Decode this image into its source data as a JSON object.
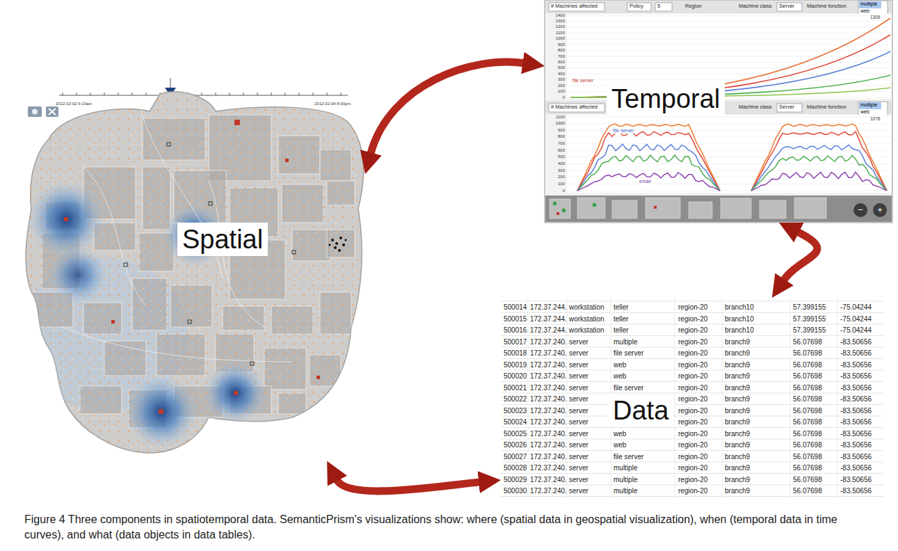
{
  "diagram": {
    "caption": "Figure 4 Three components in spatiotemporal data. SemanticPrism's visualizations show: where (spatial data in geospatial visualization), when (temporal data in time curves), and what (data objects in data tables).",
    "nodes": [
      {
        "text": [
          "Spatial"
        ]
      },
      {
        "text": [
          "Temporal"
        ]
      },
      {
        "text": [
          "Data"
        ]
      }
    ],
    "edges": [
      {
        "from": 0,
        "to": 1,
        "arrow": "both"
      },
      {
        "from": 1,
        "to": 2,
        "arrow": "both"
      },
      {
        "from": 2,
        "to": 0,
        "arrow": "both"
      }
    ],
    "labels": [
      "2012-02-02 6:10am",
      "2012-02-04 8:00pm",
      "# Machines affected",
      "Policy",
      "5",
      "Region",
      "Machine class",
      "Server",
      "Machine function",
      "multiple",
      "web",
      "1400",
      "1300",
      "1200",
      "1100",
      "1000",
      "900",
      "800",
      "700",
      "600",
      "500",
      "400",
      "300",
      "200",
      "100",
      "0",
      "1309",
      "file server",
      "# Machines affected",
      "Machine class",
      "Server",
      "Machine function",
      "multiple",
      "web",
      "1100",
      "1000",
      "900",
      "800",
      "700",
      "600",
      "500",
      "400",
      "300",
      "200",
      "100",
      "0",
      "1076",
      "file server",
      "email",
      "−",
      "+",
      "500014",
      "172.37.244.",
      "workstation",
      "teller",
      "region-20",
      "branch10",
      "57.399155",
      "-75.04244",
      "500015",
      "172.37.244.",
      "workstation",
      "teller",
      "region-20",
      "branch10",
      "57.399155",
      "-75.04244",
      "500016",
      "172.37.244.",
      "workstation",
      "teller",
      "region-20",
      "branch10",
      "57.399155",
      "-75.04244",
      "500017",
      "172.37.240.",
      "server",
      "multiple",
      "region-20",
      "branch9",
      "56.07698",
      "-83.50656",
      "500018",
      "172.37.240.",
      "server",
      "file server",
      "region-20",
      "branch9",
      "56.07698",
      "-83.50656",
      "500019",
      "172.37.240.",
      "server",
      "web",
      "region-20",
      "branch9",
      "56.07698",
      "-83.50656",
      "500020",
      "172.37.240.",
      "server",
      "web",
      "region-20",
      "branch9",
      "56.07698",
      "-83.50656",
      "500021",
      "172.37.240.",
      "server",
      "file server",
      "region-20",
      "branch9",
      "56.07698",
      "-83.50656",
      "500022",
      "172.37.240.",
      "server",
      "region-20",
      "branch9",
      "56.07698",
      "-83.50656",
      "500023",
      "172.37.240.",
      "server",
      "region-20",
      "branch9",
      "56.07698",
      "-83.50656",
      "500024",
      "172.37.240.",
      "server",
      "region-20",
      "branch9",
      "56.07698",
      "-83.50656",
      "500025",
      "172.37.240.",
      "server",
      "web",
      "region-20",
      "branch9",
      "56.07698",
      "-83.50656",
      "500026",
      "172.37.240.",
      "server",
      "web",
      "region-20",
      "branch9",
      "56.07698",
      "-83.50656",
      "500027",
      "172.37.240.",
      "server",
      "file server",
      "region-20",
      "branch9",
      "56.07698",
      "-83.50656",
      "500028",
      "172.37.240.",
      "server",
      "multiple",
      "region-20",
      "branch9",
      "56.07698",
      "-83.50656",
      "500029",
      "172.37.240.",
      "server",
      "multiple",
      "region-20",
      "branch9",
      "56.07698",
      "-83.50656",
      "500030",
      "172.37.240.",
      "server",
      "multiple",
      "region-20",
      "branch9",
      "56.07698",
      "-83.50656"
    ]
  }
}
